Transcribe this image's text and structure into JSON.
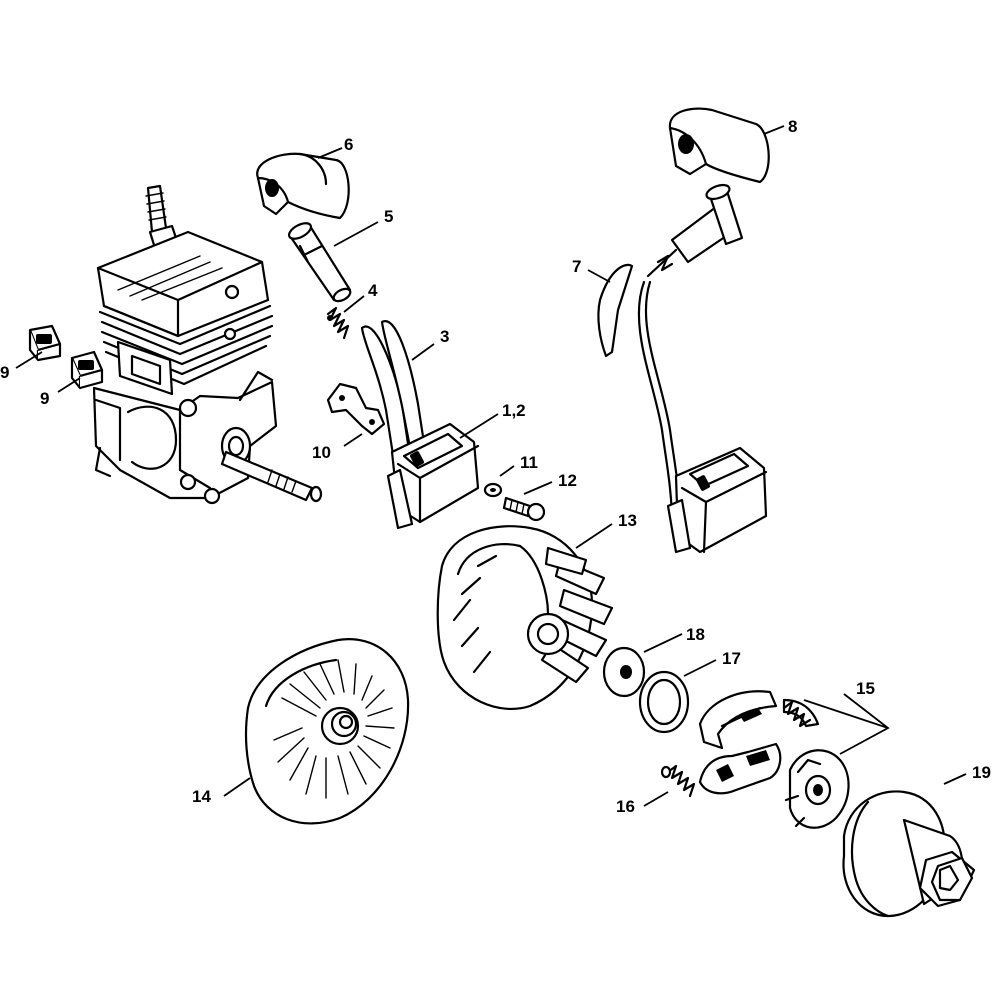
{
  "callouts": [
    {
      "id": "c1-2",
      "text": "1,2"
    },
    {
      "id": "c3",
      "text": "3"
    },
    {
      "id": "c4",
      "text": "4"
    },
    {
      "id": "c5",
      "text": "5"
    },
    {
      "id": "c6",
      "text": "6"
    },
    {
      "id": "c7",
      "text": "7"
    },
    {
      "id": "c8",
      "text": "8"
    },
    {
      "id": "c9a",
      "text": "9"
    },
    {
      "id": "c9b",
      "text": "9"
    },
    {
      "id": "c10",
      "text": "10"
    },
    {
      "id": "c11",
      "text": "11"
    },
    {
      "id": "c12",
      "text": "12"
    },
    {
      "id": "c13",
      "text": "13"
    },
    {
      "id": "c14",
      "text": "14"
    },
    {
      "id": "c15",
      "text": "15"
    },
    {
      "id": "c16",
      "text": "16"
    },
    {
      "id": "c17",
      "text": "17"
    },
    {
      "id": "c18",
      "text": "18"
    },
    {
      "id": "c19",
      "text": "19"
    }
  ]
}
